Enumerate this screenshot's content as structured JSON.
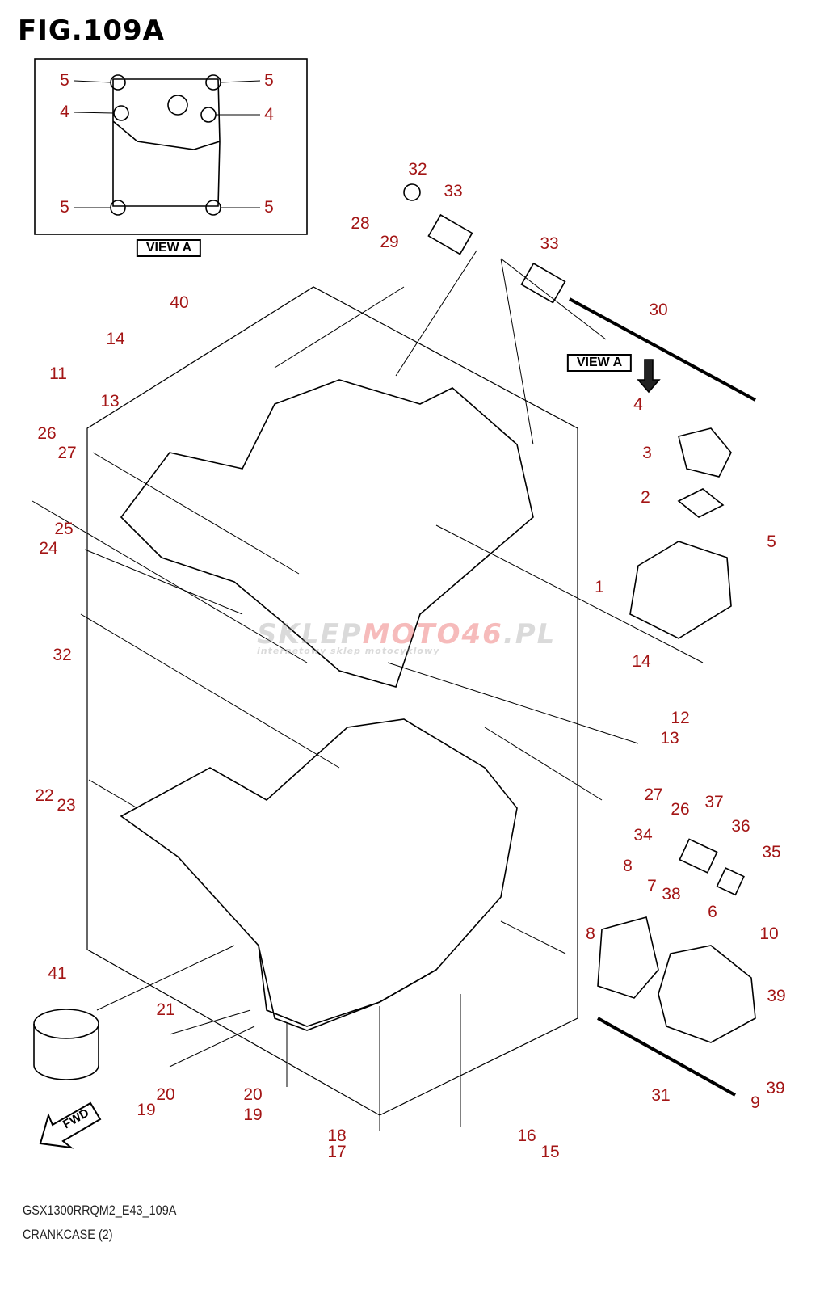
{
  "figure": {
    "title": "FIG.109A",
    "accent_color": "#a31515"
  },
  "view_labels": [
    "VIEW A",
    "VIEW A"
  ],
  "watermark": {
    "text_gray": "SKLEP",
    "text_red": "MOTO46",
    "suffix": ".PL",
    "tagline": "internetowy sklep motocyklowy"
  },
  "callouts": [
    {
      "id": "5"
    },
    {
      "id": "5"
    },
    {
      "id": "4"
    },
    {
      "id": "4"
    },
    {
      "id": "5"
    },
    {
      "id": "5"
    },
    {
      "id": "32"
    },
    {
      "id": "33"
    },
    {
      "id": "28"
    },
    {
      "id": "29"
    },
    {
      "id": "33"
    },
    {
      "id": "30"
    },
    {
      "id": "40"
    },
    {
      "id": "14"
    },
    {
      "id": "11"
    },
    {
      "id": "13"
    },
    {
      "id": "4"
    },
    {
      "id": "3"
    },
    {
      "id": "2"
    },
    {
      "id": "5"
    },
    {
      "id": "1"
    },
    {
      "id": "26"
    },
    {
      "id": "27"
    },
    {
      "id": "25"
    },
    {
      "id": "24"
    },
    {
      "id": "32"
    },
    {
      "id": "14"
    },
    {
      "id": "12"
    },
    {
      "id": "13"
    },
    {
      "id": "27"
    },
    {
      "id": "26"
    },
    {
      "id": "37"
    },
    {
      "id": "36"
    },
    {
      "id": "35"
    },
    {
      "id": "34"
    },
    {
      "id": "22"
    },
    {
      "id": "23"
    },
    {
      "id": "8"
    },
    {
      "id": "7"
    },
    {
      "id": "38"
    },
    {
      "id": "6"
    },
    {
      "id": "10"
    },
    {
      "id": "8"
    },
    {
      "id": "39"
    },
    {
      "id": "39"
    },
    {
      "id": "41"
    },
    {
      "id": "21"
    },
    {
      "id": "20"
    },
    {
      "id": "19"
    },
    {
      "id": "20"
    },
    {
      "id": "19"
    },
    {
      "id": "31"
    },
    {
      "id": "9"
    },
    {
      "id": "18"
    },
    {
      "id": "17"
    },
    {
      "id": "16"
    },
    {
      "id": "15"
    }
  ],
  "fwd_label": "FWD",
  "footer": {
    "code": "GSX1300RRQM2_E43_109A",
    "name": "CRANKCASE (2)"
  }
}
